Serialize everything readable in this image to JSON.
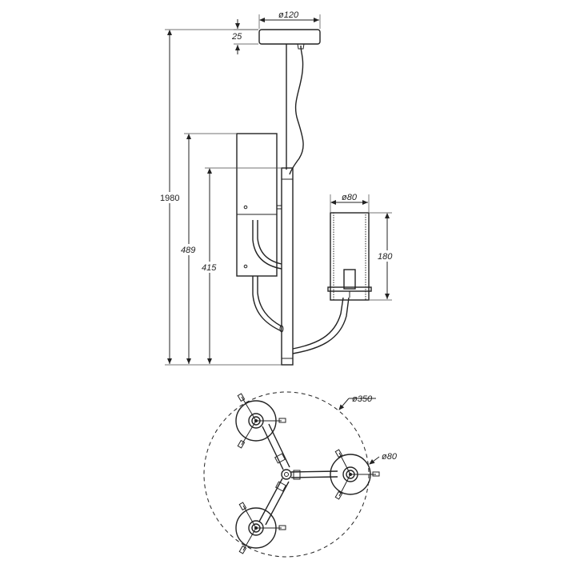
{
  "dimensions": {
    "canopy_diameter": "ø120",
    "canopy_height": "25",
    "total_height": "1980",
    "height_489": "489",
    "height_415": "415",
    "shade_diameter_side": "ø80",
    "shade_height": "180",
    "span_diameter": "ø350",
    "shade_diameter_top": "ø80"
  },
  "colors": {
    "line": "#222222",
    "background": "#ffffff"
  }
}
